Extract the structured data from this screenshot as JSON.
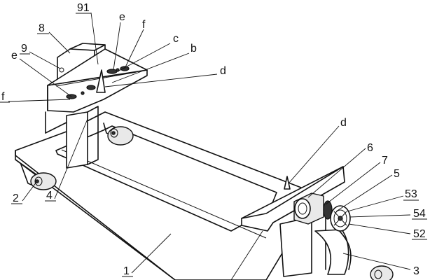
{
  "labels": {
    "l1": "1",
    "l2": "2",
    "l3": "3",
    "l4": "4",
    "l5": "5",
    "l6": "6",
    "l7": "7",
    "l8": "8",
    "l9": "9",
    "l52": "52",
    "l53": "53",
    "l54": "54",
    "l91": "91",
    "le_top": "e",
    "le_left": "e",
    "lf_top": "f",
    "lf_left": "f",
    "lb": "b",
    "lc": "c",
    "ld_top": "d",
    "ld_right": "d"
  }
}
